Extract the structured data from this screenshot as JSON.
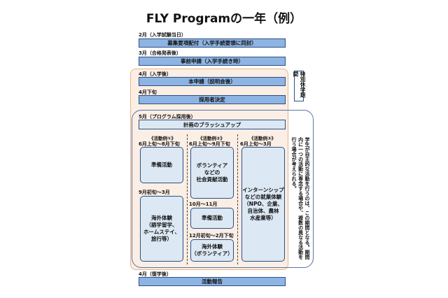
{
  "title": "FLY Programの一年（例）",
  "timeline": {
    "feb_label": "2月（入学試験当日）",
    "feb_bar": "募集要項配付（入学手続要領に同封）",
    "mar_label": "3月（合格発表後）",
    "mar_bar": "事前申請（入学手続き時）",
    "apr_label": "4月（入学後）",
    "apr_bar": "本申請（説明会後）",
    "apr_late_label": "4月下旬",
    "apr_late_bar": "採用者決定",
    "may_label": "5月（プログラム採用後）",
    "may_bar": "計画のブラッシュアップ",
    "final_label": "4月（復学後）",
    "final_bar": "活動報告"
  },
  "special_period": "特別休学期間",
  "examples": {
    "ex1": {
      "header": "《活動例①》",
      "period1": "6月上旬～8月下旬",
      "box1": "準備活動",
      "period2": "9月初旬～3月",
      "box2": "海外体験\n（語学留学、\nホームステイ、\n旅行等）"
    },
    "ex2": {
      "header": "《活動例②》",
      "period1": "6月上旬～9月下旬",
      "box1": "ボランティア\nなどの\n社会貢献活動",
      "period2": "10月～11月",
      "box2": "準備活動",
      "period3": "12月初旬～2月下旬",
      "box3": "海外体験\n（ボランティア）"
    },
    "ex3": {
      "header": "《活動例③》",
      "period1": "6月上旬～3月",
      "box1": "インターンシップ\nなどの就業体験\n（NPO、企業、\n自治体、農林\n水産業等）"
    }
  },
  "side_note": "学生が自主的な活動を行うのは、この期間となる。期間内に一つの活動に専念する場合や、複数の異なる活動を行う場合が考えられる。"
}
